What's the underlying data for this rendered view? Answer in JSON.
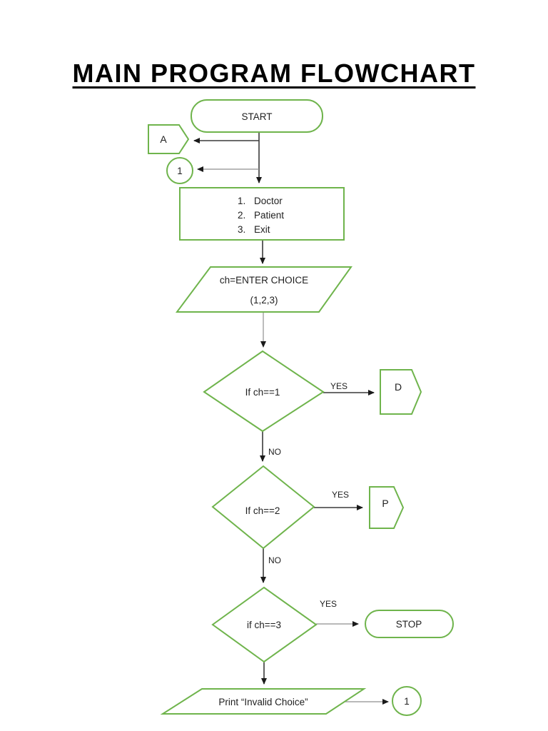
{
  "page": {
    "title": "MAIN PROGRAM FLOWCHART",
    "background": "#FFFFFF"
  },
  "colors": {
    "shape_outline": "#6FB44C",
    "shape_fill": "#FFFFFF",
    "connector_dark": "#3A3A3A",
    "connector_gray": "#8F8F8F",
    "text": "#1F1F1F",
    "title_text": "#000000"
  },
  "flowchart": {
    "start": {
      "label": "START"
    },
    "connector_a": {
      "label": "A"
    },
    "connector_1_top": {
      "label": "1"
    },
    "menu": {
      "items": [
        {
          "number": "1.",
          "label": "Doctor"
        },
        {
          "number": "2.",
          "label": "Patient"
        },
        {
          "number": "3.",
          "label": "Exit"
        }
      ]
    },
    "input_choice": {
      "line1": "ch=ENTER CHOICE",
      "line2": "(1,2,3)"
    },
    "decision_1": {
      "label": "If ch==1",
      "yes": "YES",
      "no": "NO"
    },
    "connector_d": {
      "label": "D"
    },
    "decision_2": {
      "label": "If ch==2",
      "yes": "YES",
      "no": "NO"
    },
    "connector_p": {
      "label": "P"
    },
    "decision_3": {
      "label": "if ch==3",
      "yes": "YES"
    },
    "stop": {
      "label": "STOP"
    },
    "print_invalid": {
      "label": "Print “Invalid Choice”"
    },
    "connector_1_bottom": {
      "label": "1"
    }
  }
}
